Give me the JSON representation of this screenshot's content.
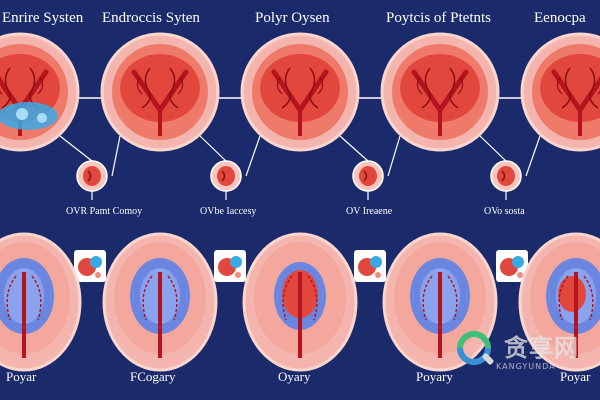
{
  "titles": [
    "Enrire Systen",
    "Endroccis Syten",
    "Polyr Oysen",
    "Poytcis of Ptetnts",
    "Eenocpa"
  ],
  "mid_labels": [
    "OVR Pamt Comoy",
    "OVbe Iaccesy",
    "OV Ireaene",
    "OVo sosta"
  ],
  "bottom_labels": [
    "Poyar",
    "FCogary",
    "Oyary",
    "Poyary",
    "Poyar"
  ],
  "watermark": {
    "text": "贪享网",
    "sub": "KANGYUNDA"
  },
  "colors": {
    "background": "#1b2a6b",
    "connector": "#ffffff",
    "ring": "#f3b5ae",
    "organ": "#e1473d",
    "vessel": "#b3141d",
    "lobe": "#6b86e0",
    "accent_cyan": "#39a9e6"
  }
}
